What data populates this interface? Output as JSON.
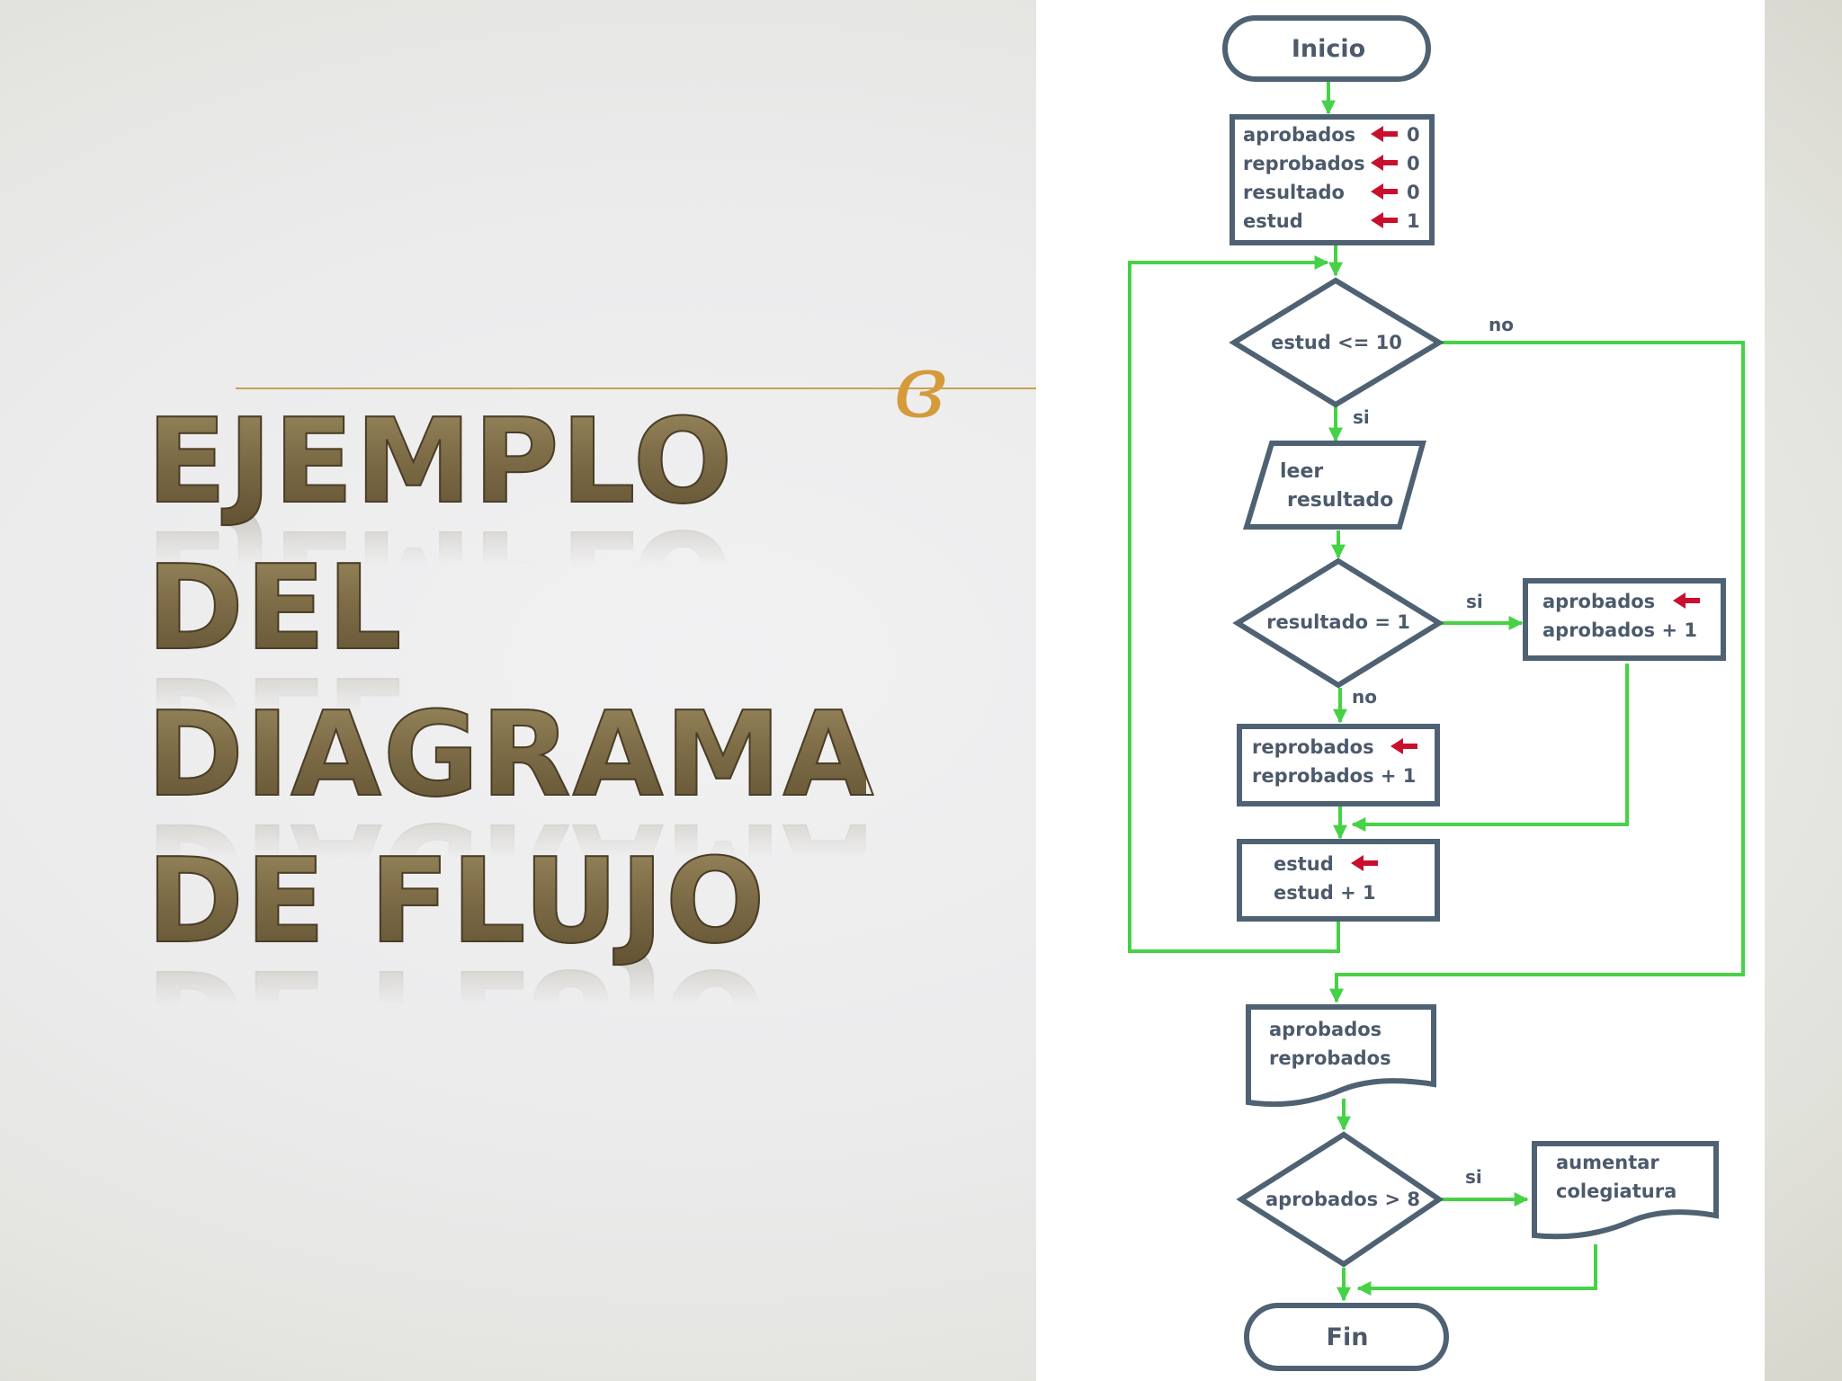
{
  "slide": {
    "title_lines": [
      "EJEMPLO",
      "DEL",
      "DIAGRAMA",
      "DE FLUJO"
    ],
    "flourish_glyph": "ɞ",
    "accent_color": "#c9a057",
    "title_color": "#7a6945"
  },
  "flowchart": {
    "start": "Inicio",
    "init": {
      "lines": [
        "aprobados",
        "reprobados",
        "resultado",
        "estud"
      ],
      "values": [
        "0",
        "0",
        "0",
        "1"
      ]
    },
    "loop_condition": "estud <= 10",
    "loop_yes": "si",
    "loop_no": "no",
    "input": [
      "leer",
      "resultado"
    ],
    "pass_condition": "resultado = 1",
    "pass_yes": "si",
    "pass_no": "no",
    "approve_box": [
      "aprobados",
      "aprobados + 1"
    ],
    "reject_box": [
      "reprobados",
      "reprobados + 1"
    ],
    "increment_box": [
      "estud",
      "estud + 1"
    ],
    "output": [
      "aprobados",
      "reprobados"
    ],
    "final_condition": "aprobados > 8",
    "final_yes": "si",
    "raise_doc": [
      "aumentar",
      "colegiatura"
    ],
    "end": "Fin",
    "connector_color": "#46d246",
    "border_color": "#4e6273",
    "assign_arrow_color": "#c8102e"
  }
}
